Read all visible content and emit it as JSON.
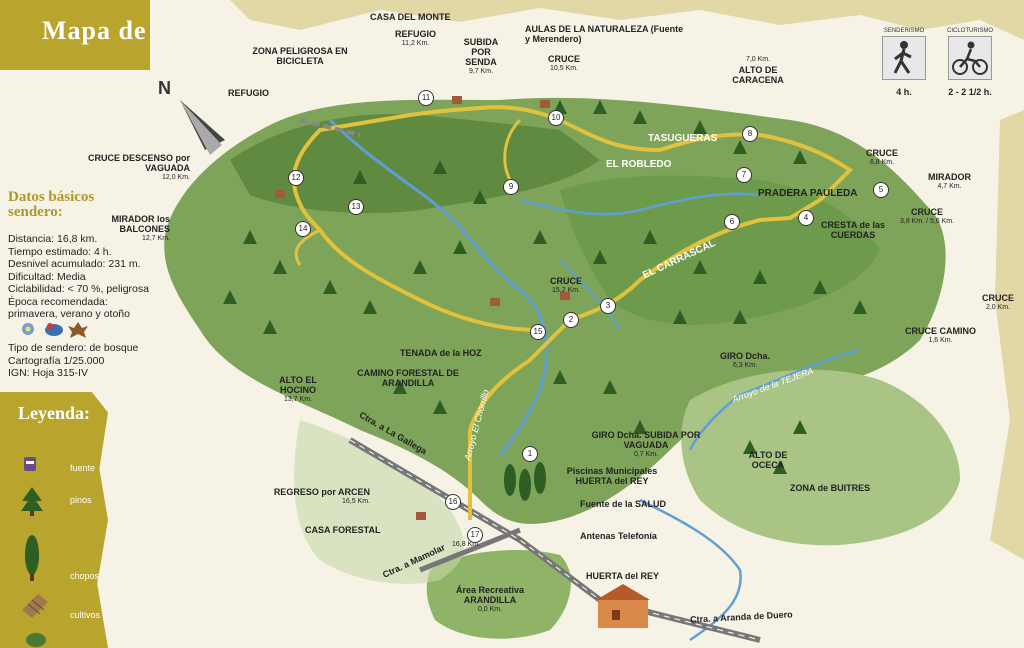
{
  "banner": {
    "title": "Mapa de ruta:"
  },
  "datos": {
    "title": "Datos básicos sendero:",
    "lines": [
      "Distancia: 16,8 km.",
      "Tiempo estimado: 4 h.",
      "Desnivel acumulado: 231 m.",
      "Dificultad: Media",
      "Ciclabilidad: < 70 %, peligrosa",
      "Época recomendada:",
      "primavera, verano y otoño"
    ],
    "extra": [
      "Tipo de sendero: de bosque",
      "Cartografía 1/25.000",
      "IGN: Hoja 315-IV"
    ]
  },
  "leyenda": {
    "title": "Leyenda:",
    "items": [
      {
        "label": "fuente",
        "icon": "fountain-icon"
      },
      {
        "label": "pinos",
        "icon": "pine-icon"
      },
      {
        "label": "chopos",
        "icon": "poplar-icon"
      },
      {
        "label": "cultivos",
        "icon": "crops-icon"
      }
    ]
  },
  "activities": [
    {
      "title": "SENDERISMO",
      "time": "4 h.",
      "icon": "hiker-icon"
    },
    {
      "title": "CICLOTURISMO",
      "time": "2 - 2 1/2 h.",
      "icon": "cyclist-icon"
    }
  ],
  "north": "N",
  "labels": [
    {
      "name": "casa-del-monte",
      "text": "CASA DEL MONTE",
      "km": ""
    },
    {
      "name": "refugio-top",
      "text": "REFUGIO",
      "km": "11,2 Km."
    },
    {
      "name": "subida-por-senda",
      "text": "SUBIDA POR SENDA",
      "km": "9,7 Km."
    },
    {
      "name": "aulas",
      "text": "AULAS DE LA NATURALEZA (Fuente y Merendero)",
      "km": ""
    },
    {
      "name": "cruce-top",
      "text": "CRUCE",
      "km": "10,5 Km."
    },
    {
      "name": "zona-peligrosa",
      "text": "ZONA PELIGROSA EN BICICLETA",
      "km": ""
    },
    {
      "name": "refugio-left",
      "text": "REFUGIO",
      "km": ""
    },
    {
      "name": "alto-caracena",
      "text": "ALTO DE CARACENA",
      "km": "7,0 Km."
    },
    {
      "name": "cruce-descenso",
      "text": "CRUCE DESCENSO por VAGUADA",
      "km": "12,0 Km."
    },
    {
      "name": "tasugueras",
      "text": "TASUGUERAS",
      "km": ""
    },
    {
      "name": "el-robledo",
      "text": "EL ROBLEDO",
      "km": ""
    },
    {
      "name": "cruce-68",
      "text": "CRUCE",
      "km": "6,8 Km."
    },
    {
      "name": "mirador-47",
      "text": "MIRADOR",
      "km": "4,7 Km."
    },
    {
      "name": "pradera-pauleda",
      "text": "PRADERA PAULEDA",
      "km": ""
    },
    {
      "name": "cruce-38",
      "text": "CRUCE",
      "km": "3,8 Km. / 5,6 Km."
    },
    {
      "name": "cresta-cuerdas",
      "text": "CRESTA de las CUERDAS",
      "km": ""
    },
    {
      "name": "mirador-balcones",
      "text": "MIRADOR los BALCONES",
      "km": "12,7 Km."
    },
    {
      "name": "el-carrascal",
      "text": "EL CARRASCAL",
      "km": ""
    },
    {
      "name": "cruce-152",
      "text": "CRUCE",
      "km": "15,2 Km."
    },
    {
      "name": "cruce-20",
      "text": "CRUCE",
      "km": "2,0 Km."
    },
    {
      "name": "cruce-camino",
      "text": "CRUCE CAMINO",
      "km": "1,6 Km."
    },
    {
      "name": "tenada-hoz",
      "text": "TENADA de la HOZ",
      "km": ""
    },
    {
      "name": "camino-forestal",
      "text": "CAMINO FORESTAL DE ARANDILLA",
      "km": ""
    },
    {
      "name": "giro-63",
      "text": "GIRO Dcha.",
      "km": "6,3 Km."
    },
    {
      "name": "alto-hocino",
      "text": "ALTO EL HOCINO",
      "km": "13,7 Km."
    },
    {
      "name": "giro-vaguada",
      "text": "GIRO Dcha. SUBIDA POR VAGUADA",
      "km": "0,7 Km."
    },
    {
      "name": "alto-oceca",
      "text": "ALTO DE OCECA",
      "km": ""
    },
    {
      "name": "piscinas",
      "text": "Piscinas Municipales HUERTA del REY",
      "km": ""
    },
    {
      "name": "zona-buitres",
      "text": "ZONA de BUITRES",
      "km": ""
    },
    {
      "name": "regreso-arcen",
      "text": "REGRESO por ARCEN",
      "km": "16,5 Km."
    },
    {
      "name": "fuente-salud",
      "text": "Fuente de la SALUD",
      "km": ""
    },
    {
      "name": "casa-forestal",
      "text": "CASA FORESTAL",
      "km": ""
    },
    {
      "name": "antenas",
      "text": "Antenas Telefonía",
      "km": ""
    },
    {
      "name": "km168",
      "text": "",
      "km": "16,8 Km."
    },
    {
      "name": "huerta-rey",
      "text": "HUERTA del REY",
      "km": ""
    },
    {
      "name": "area-recreativa",
      "text": "Área Recreativa ARANDILLA",
      "km": "0,0 Km."
    }
  ],
  "roads": [
    {
      "name": "ctra-gallega",
      "text": "Ctra. a La Gallega"
    },
    {
      "name": "ctra-mamolar",
      "text": "Ctra. a Mamolar"
    },
    {
      "name": "ctra-aranda",
      "text": "Ctra. a Aranda de Duero"
    }
  ],
  "rivers": [
    {
      "name": "arroyo-tejera",
      "text": "Arroyo de la TEJERA"
    },
    {
      "name": "arroyo-chorrillo",
      "text": "Arroyo El Chorrillo"
    }
  ],
  "stops": [
    "1",
    "2",
    "3",
    "4",
    "5",
    "6",
    "7",
    "8",
    "9",
    "10",
    "11",
    "12",
    "13",
    "14",
    "15",
    "16",
    "17"
  ],
  "colors": {
    "gold": "#b9a52e",
    "forest": "#6f9a4a",
    "forest_dark": "#3e6e2e",
    "trail": "#e2c23c",
    "river": "#5f9fd6"
  }
}
